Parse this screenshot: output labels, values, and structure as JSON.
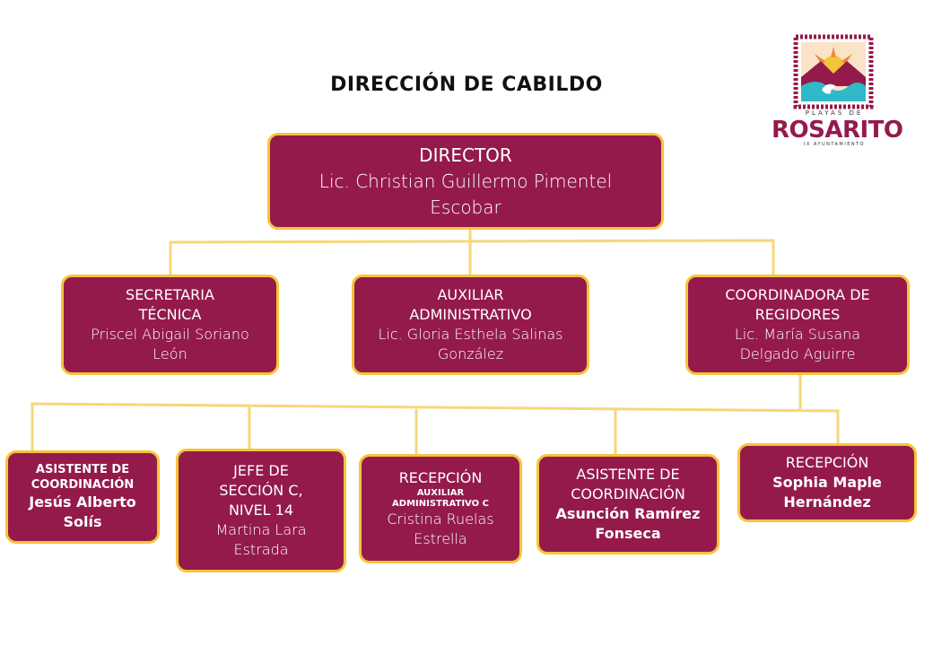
{
  "title": "DIRECCIÓN DE CABILDO",
  "logo": {
    "top_text": "PLAYAS DE",
    "word": "ROSARITO",
    "bottom_text": "IX AYUNTAMIENTO",
    "colors": {
      "frame": "#941a4c",
      "sun": "#f6c43a",
      "wave": "#2fb9c9",
      "orange": "#f08a3c"
    }
  },
  "colors": {
    "box_fill": "#941a4c",
    "box_border": "#f6c43a",
    "connector": "#f6d77a"
  },
  "director": {
    "role": "DIRECTOR",
    "name_line1": "Lic. Christian Guillermo Pimentel",
    "name_line2": "Escobar"
  },
  "level2": [
    {
      "role_line1": "SECRETARIA",
      "role_line2": "TÉCNICA",
      "name_line1": "Priscel Abigail Soriano",
      "name_line2": "León"
    },
    {
      "role_line1": "AUXILIAR",
      "role_line2": "ADMINISTRATIVO",
      "name_line1": "Lic. Gloria Esthela Salinas",
      "name_line2": "González"
    },
    {
      "role_line1": "COORDINADORA DE",
      "role_line2": "REGIDORES",
      "name_line1": "Lic. María Susana",
      "name_line2": "Delgado Aguirre"
    }
  ],
  "level3": [
    {
      "role_line1": "ASISTENTE DE",
      "role_line2": "COORDINACIÓN",
      "name_line1": "Jesús Alberto",
      "name_line2": "Solís"
    },
    {
      "role_line1": "JEFE DE",
      "role_line2": "SECCIÓN C,",
      "role_line3": "NIVEL 14",
      "name_line1": "Martina Lara",
      "name_line2": "Estrada"
    },
    {
      "role_line1": "RECEPCIÓN",
      "sub_line1": "AUXILIAR",
      "sub_line2": "ADMINISTRATIVO C",
      "name_line1": "Cristina Ruelas",
      "name_line2": "Estrella"
    },
    {
      "role_line1": "ASISTENTE DE",
      "role_line2": "COORDINACIÓN",
      "name_line1": "Asunción Ramírez",
      "name_line2": "Fonseca"
    },
    {
      "role_line1": "RECEPCIÓN",
      "name_line1": "Sophia Maple",
      "name_line2": "Hernández"
    }
  ]
}
